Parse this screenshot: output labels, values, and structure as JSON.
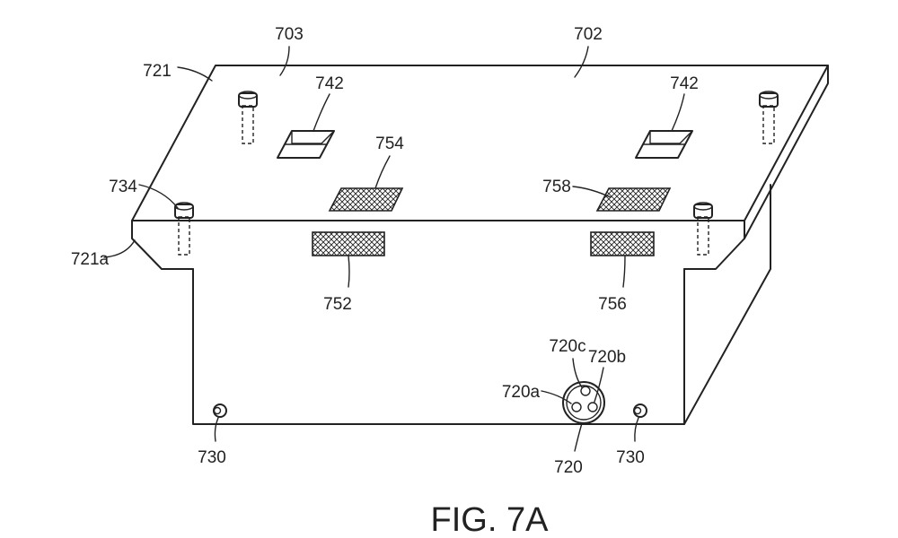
{
  "figure": {
    "caption": "FIG. 7A",
    "labels": {
      "l703": "703",
      "l702": "702",
      "l721": "721",
      "l742a": "742",
      "l742b": "742",
      "l754": "754",
      "l758": "758",
      "l734": "734",
      "l721a": "721a",
      "l752": "752",
      "l756": "756",
      "l720c": "720c",
      "l720b": "720b",
      "l720a": "720a",
      "l730a": "730",
      "l720": "720",
      "l730b": "730"
    }
  }
}
